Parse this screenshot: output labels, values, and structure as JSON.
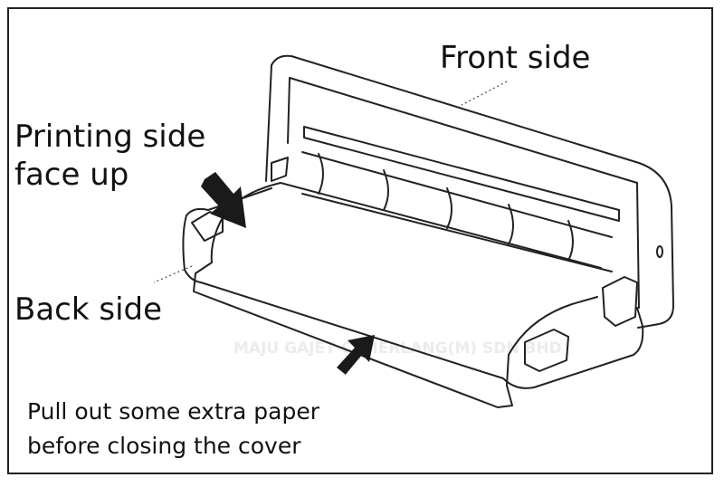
{
  "labels": {
    "front_side": "Front side",
    "printing_side_line1": "Printing side",
    "printing_side_line2": "face up",
    "back_side": "Back side",
    "instruction_line1": "Pull out some extra paper",
    "instruction_line2": "before closing the cover"
  },
  "watermark": "MAJU GAJET CEMERLANG(M) SDN BHD",
  "colors": {
    "line": "#222222",
    "arrow": "#1a1a1a",
    "watermark": "#ececec",
    "background": "#ffffff"
  }
}
